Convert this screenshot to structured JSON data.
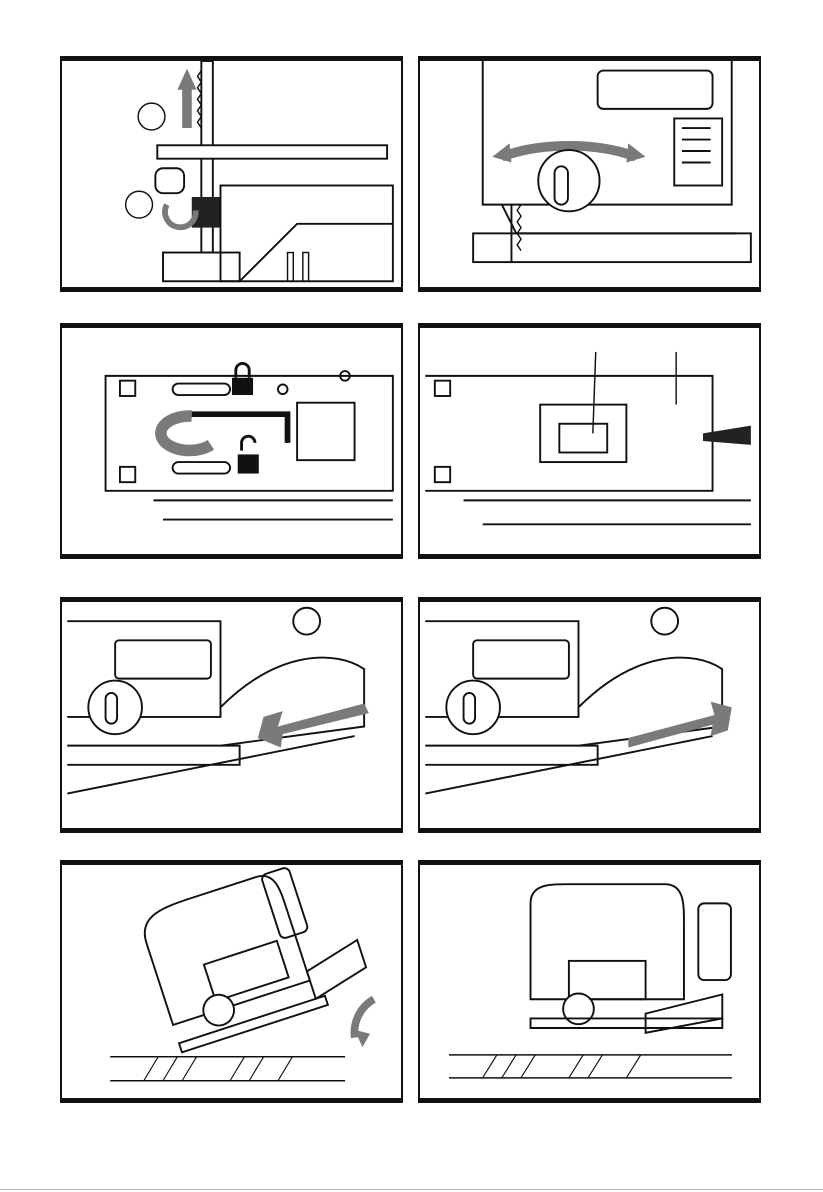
{
  "page": {
    "description_free": true
  },
  "figures": [
    {
      "id": "fig-blade-release",
      "icons": [
        "arrow-up-icon",
        "rotate-arrow-icon",
        "step-circle-icon"
      ]
    },
    {
      "id": "fig-orbital-selector",
      "icons": [
        "double-arrow-icon",
        "dial-icon"
      ]
    },
    {
      "id": "fig-baseplate-hex-key",
      "icons": [
        "lock-closed-icon",
        "lock-open-icon",
        "rotate-arrow-icon"
      ]
    },
    {
      "id": "fig-baseplate-callouts",
      "icons": [
        "callout-line"
      ]
    },
    {
      "id": "fig-baseplate-slide-back",
      "icons": [
        "arrow-left-icon"
      ]
    },
    {
      "id": "fig-baseplate-slide-forward",
      "icons": [
        "arrow-right-icon"
      ]
    },
    {
      "id": "fig-bevel-tilt",
      "icons": [
        "curved-arrow-icon"
      ]
    },
    {
      "id": "fig-flat-cut",
      "icons": []
    }
  ],
  "colors": {
    "line": "#111111",
    "arrow": "#7a7a7a",
    "paper": "#ffffff"
  }
}
